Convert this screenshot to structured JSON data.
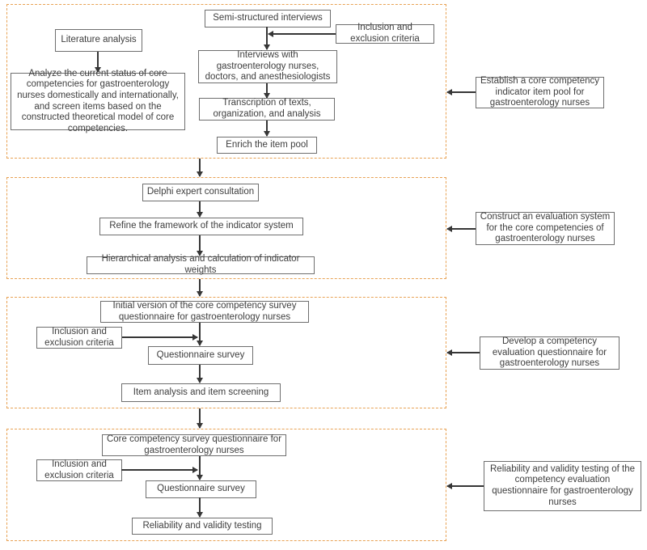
{
  "colors": {
    "phase_frame_border": "#E8A254",
    "node_border": "#6E6E6E",
    "arrow": "#363636",
    "text": "#3E3E3E",
    "background": "#FFFFFF"
  },
  "phases": [
    {
      "side_label": "Establish a core competency indicator item pool for gastroenterology nurses",
      "nodes": {
        "semi_structured_interviews": "Semi-structured interviews",
        "inclusion_exclusion": "Inclusion and exclusion criteria",
        "literature_analysis": "Literature analysis",
        "current_status_analysis": "Analyze the current status of core competencies for gastroenterology nurses domestically and internationally, and screen items based on the constructed theoretical model of core competencies.",
        "interviews": "Interviews with gastroenterology nurses, doctors, and anesthesiologists",
        "transcription": "Transcription of texts, organization, and analysis",
        "enrich_item_pool": "Enrich the item pool"
      }
    },
    {
      "side_label": "Construct an evaluation system for the core competencies of gastroenterology nurses",
      "nodes": {
        "delphi": "Delphi expert consultation",
        "refine_framework": "Refine the framework of the indicator system",
        "hierarchical_analysis": "Hierarchical analysis and calculation of indicator weights"
      }
    },
    {
      "side_label": "Develop a competency evaluation questionnaire for gastroenterology nurses",
      "nodes": {
        "initial_questionnaire": "Initial version of the core competency survey questionnaire for gastroenterology nurses",
        "inclusion_exclusion": "Inclusion and exclusion criteria",
        "questionnaire_survey": "Questionnaire survey",
        "item_analysis": "Item analysis and item screening"
      }
    },
    {
      "side_label": "Reliability and validity testing of the competency evaluation questionnaire for gastroenterology nurses",
      "nodes": {
        "final_questionnaire": "Core competency survey questionnaire for gastroenterology nurses",
        "inclusion_exclusion": "Inclusion and exclusion criteria",
        "questionnaire_survey": "Questionnaire survey",
        "reliability_validity_testing": "Reliability and validity testing"
      }
    }
  ]
}
